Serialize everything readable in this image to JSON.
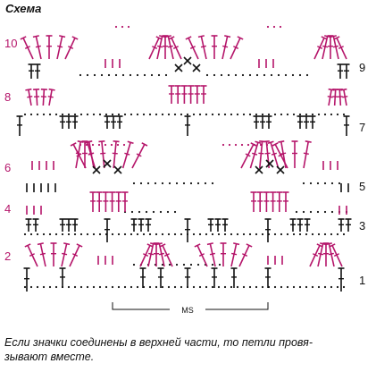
{
  "title": "Схема",
  "repeat_label": "MS",
  "colors": {
    "stitch": "#b5156a",
    "ink": "#111111"
  },
  "rows": {
    "left": [
      "10",
      "8",
      "6",
      "4",
      "2"
    ],
    "right": [
      "9",
      "7",
      "5",
      "3",
      "1"
    ]
  },
  "caption": {
    "line1": "Если значки соединены в верхней части, то петли провя-",
    "line2": "зывают вместе."
  }
}
